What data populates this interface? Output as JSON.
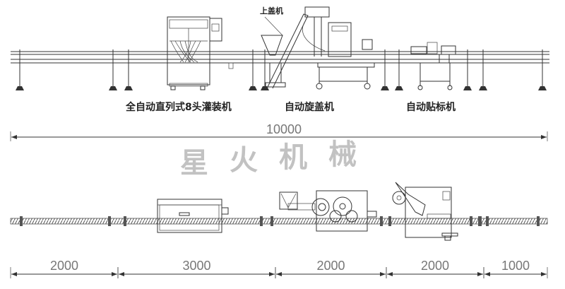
{
  "machines": {
    "filler": "全自动直列式8头灌装机",
    "capper": "自动旋盖机",
    "labeler": "自动贴标机",
    "cap_feeder": "上盖机"
  },
  "dimensions": {
    "total": "10000",
    "segments": [
      "2000",
      "3000",
      "2000",
      "2000",
      "1000"
    ]
  },
  "watermark": "星火机械"
}
